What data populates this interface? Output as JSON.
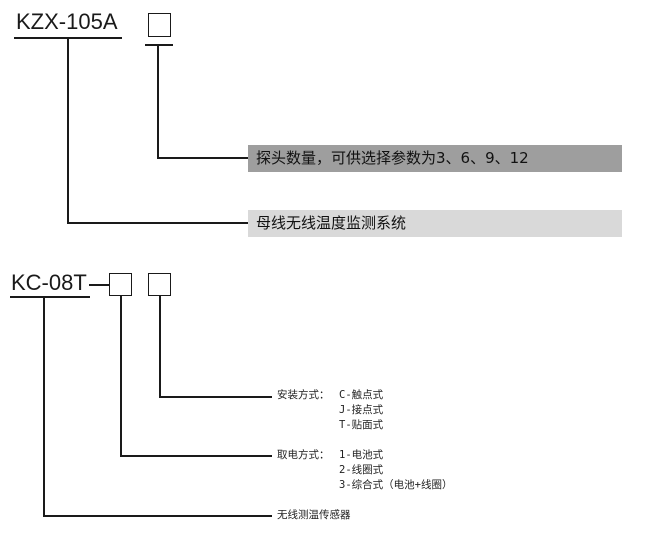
{
  "section1": {
    "model": "KZX-105A",
    "probe_text": "探头数量，可供选择参数为3、6、9、12",
    "system_text": "母线无线温度监测系统",
    "probe_bar_color": "#9e9e9e",
    "system_bar_color": "#d9d9d9"
  },
  "section2": {
    "model": "KC-08T",
    "install": {
      "label": "安装方式：",
      "options": [
        "C-触点式",
        "J-接点式",
        "T-贴面式"
      ]
    },
    "power": {
      "label": "取电方式：",
      "options": [
        "1-电池式",
        "2-线圈式",
        "3-综合式（电池+线圈）"
      ]
    },
    "sensor_text": "无线测温传感器"
  }
}
